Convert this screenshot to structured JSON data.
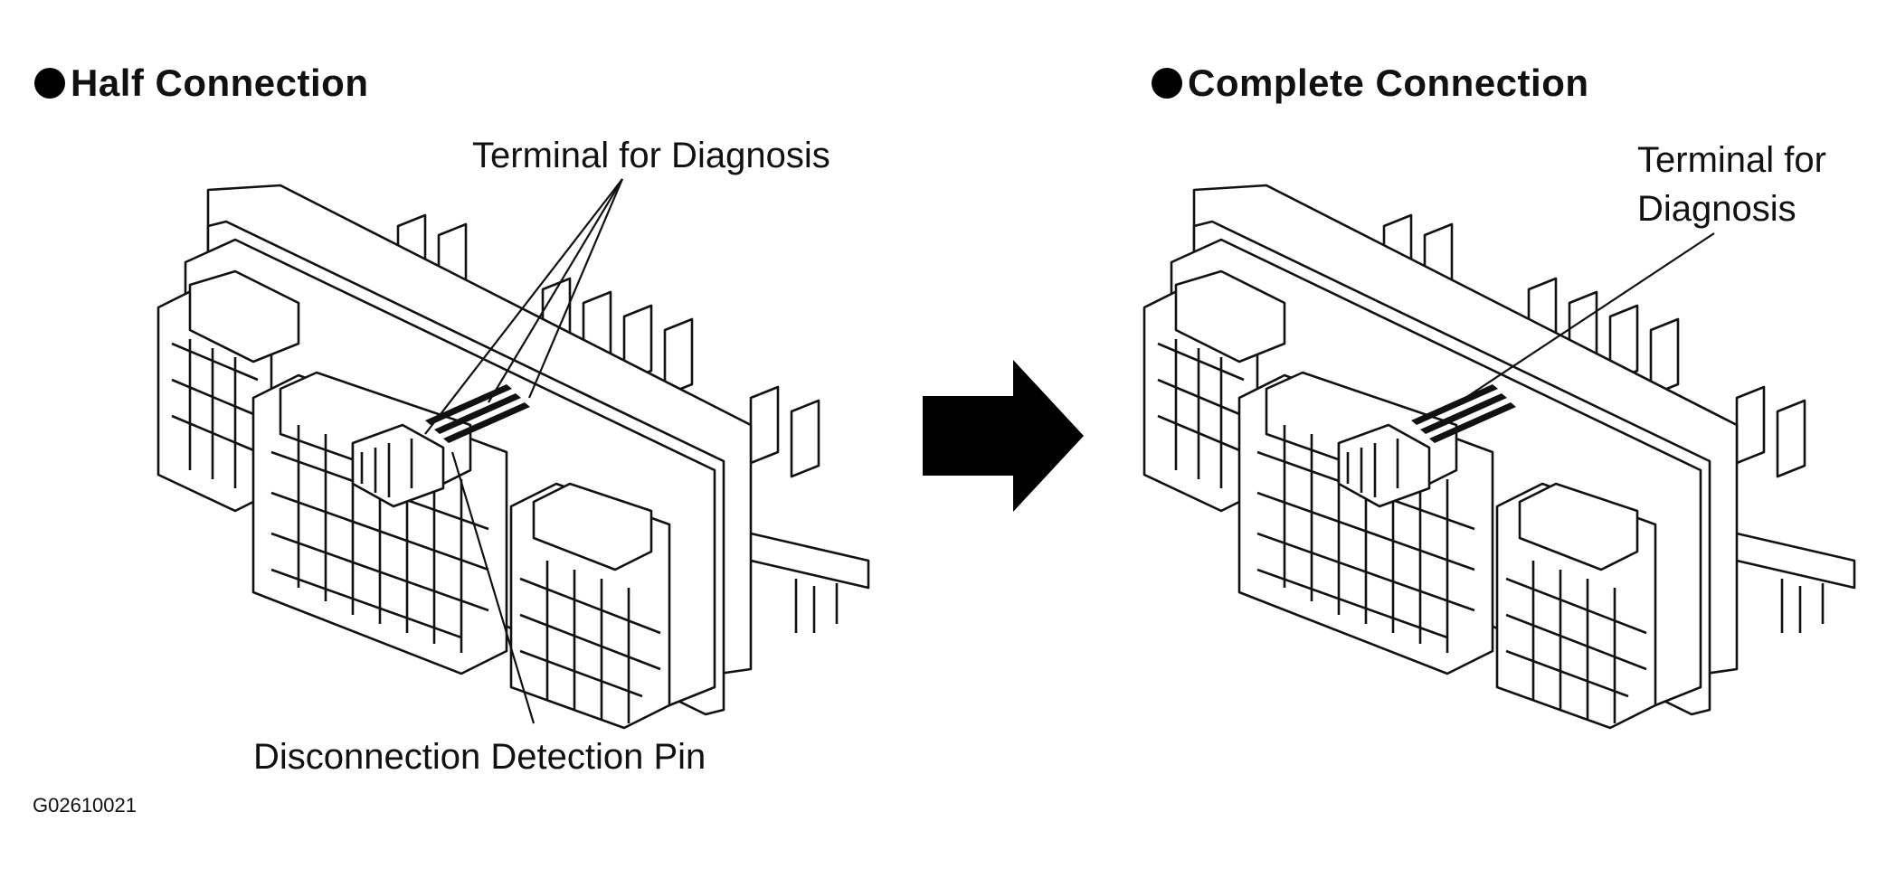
{
  "left_panel": {
    "title": "Half Connection",
    "labels": {
      "terminal": "Terminal for Diagnosis",
      "pin": "Disconnection Detection Pin"
    }
  },
  "right_panel": {
    "title": "Complete Connection",
    "labels": {
      "terminal_line1": "Terminal for",
      "terminal_line2": "Diagnosis"
    }
  },
  "figure_code": "G02610021",
  "icons": [
    "bullet-icon",
    "arrow-right-icon"
  ],
  "colors": {
    "ink": "#111111",
    "background": "#ffffff"
  }
}
